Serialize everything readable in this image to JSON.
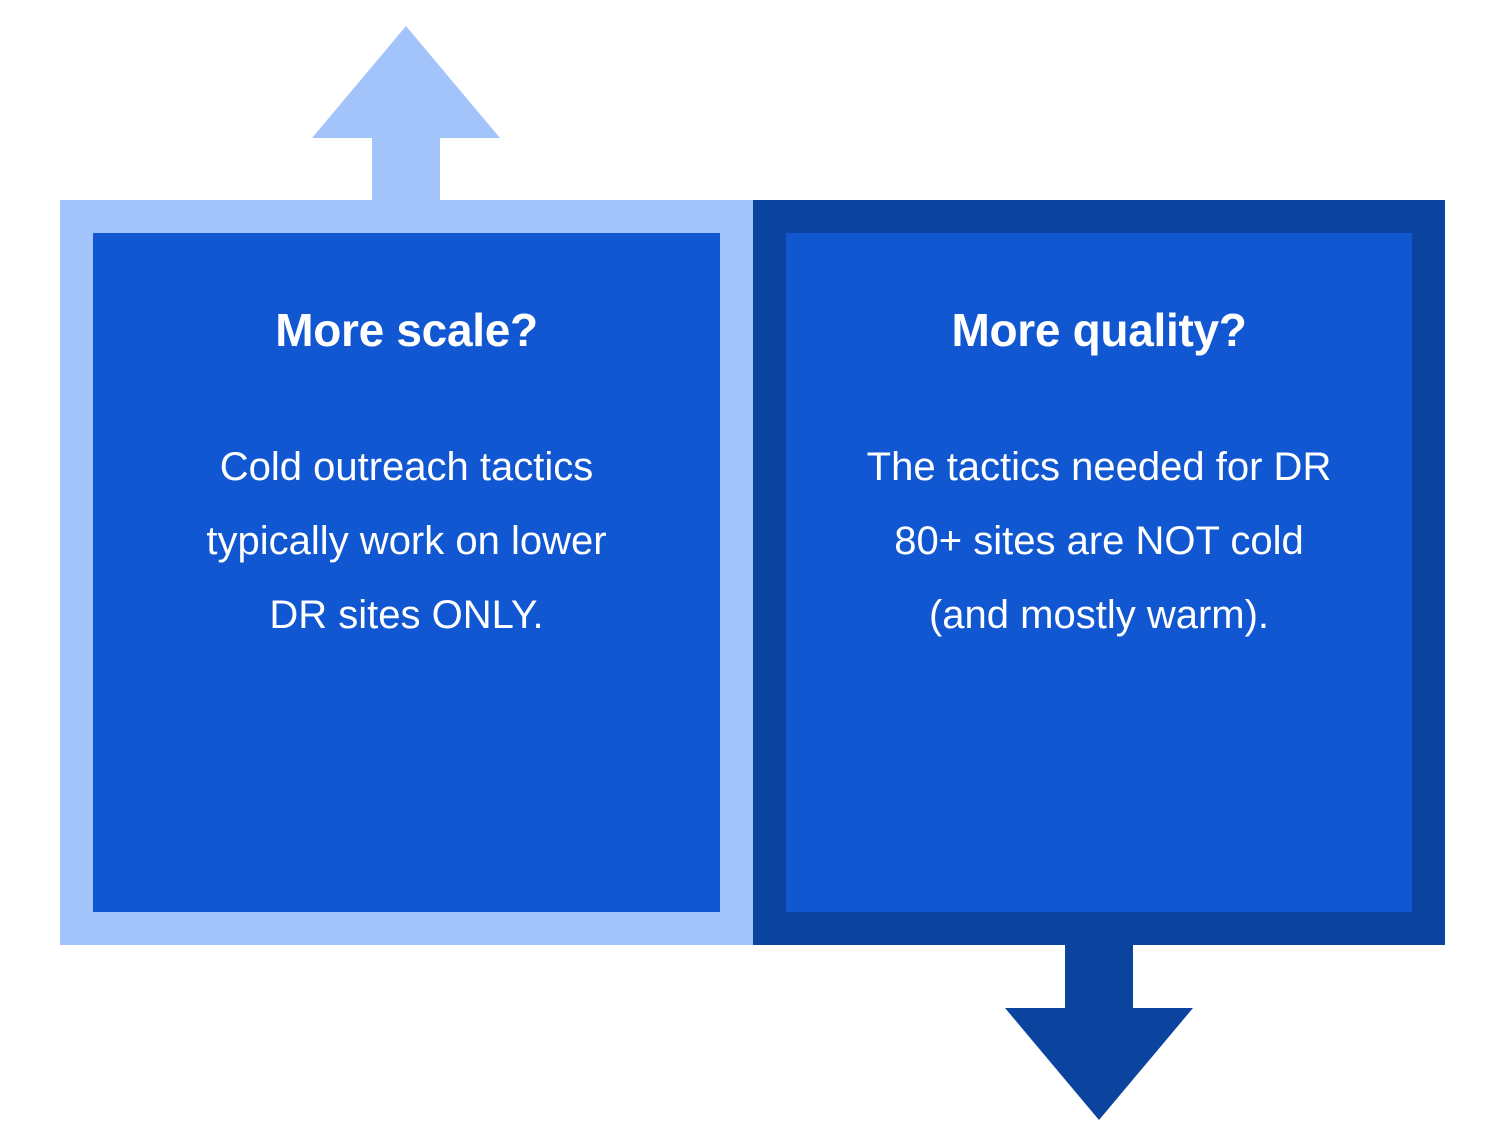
{
  "diagram": {
    "title": "More scale vs more quality tradeoff",
    "background_color": "#ffffff",
    "colors": {
      "panel_fill": "#1057d1",
      "left_border": "#a3c4fb",
      "right_border": "#0b449f",
      "text": "#ffffff"
    }
  },
  "arrows": [
    {
      "name": "up-arrow",
      "direction": "up",
      "color": "#a3c4fb",
      "meaning": "more scale"
    },
    {
      "name": "down-arrow",
      "direction": "down",
      "color": "#0b449f",
      "meaning": "more quality"
    }
  ],
  "panels": [
    {
      "id": "scale",
      "heading": "More scale?",
      "body": "Cold outreach tactics typically work on lower DR sites ONLY.",
      "border_color": "#a3c4fb",
      "fill_color": "#1057d1"
    },
    {
      "id": "quality",
      "heading": "More quality?",
      "body": "The tactics needed for DR 80+ sites are NOT cold (and mostly warm).",
      "border_color": "#0b449f",
      "fill_color": "#1057d1"
    }
  ]
}
